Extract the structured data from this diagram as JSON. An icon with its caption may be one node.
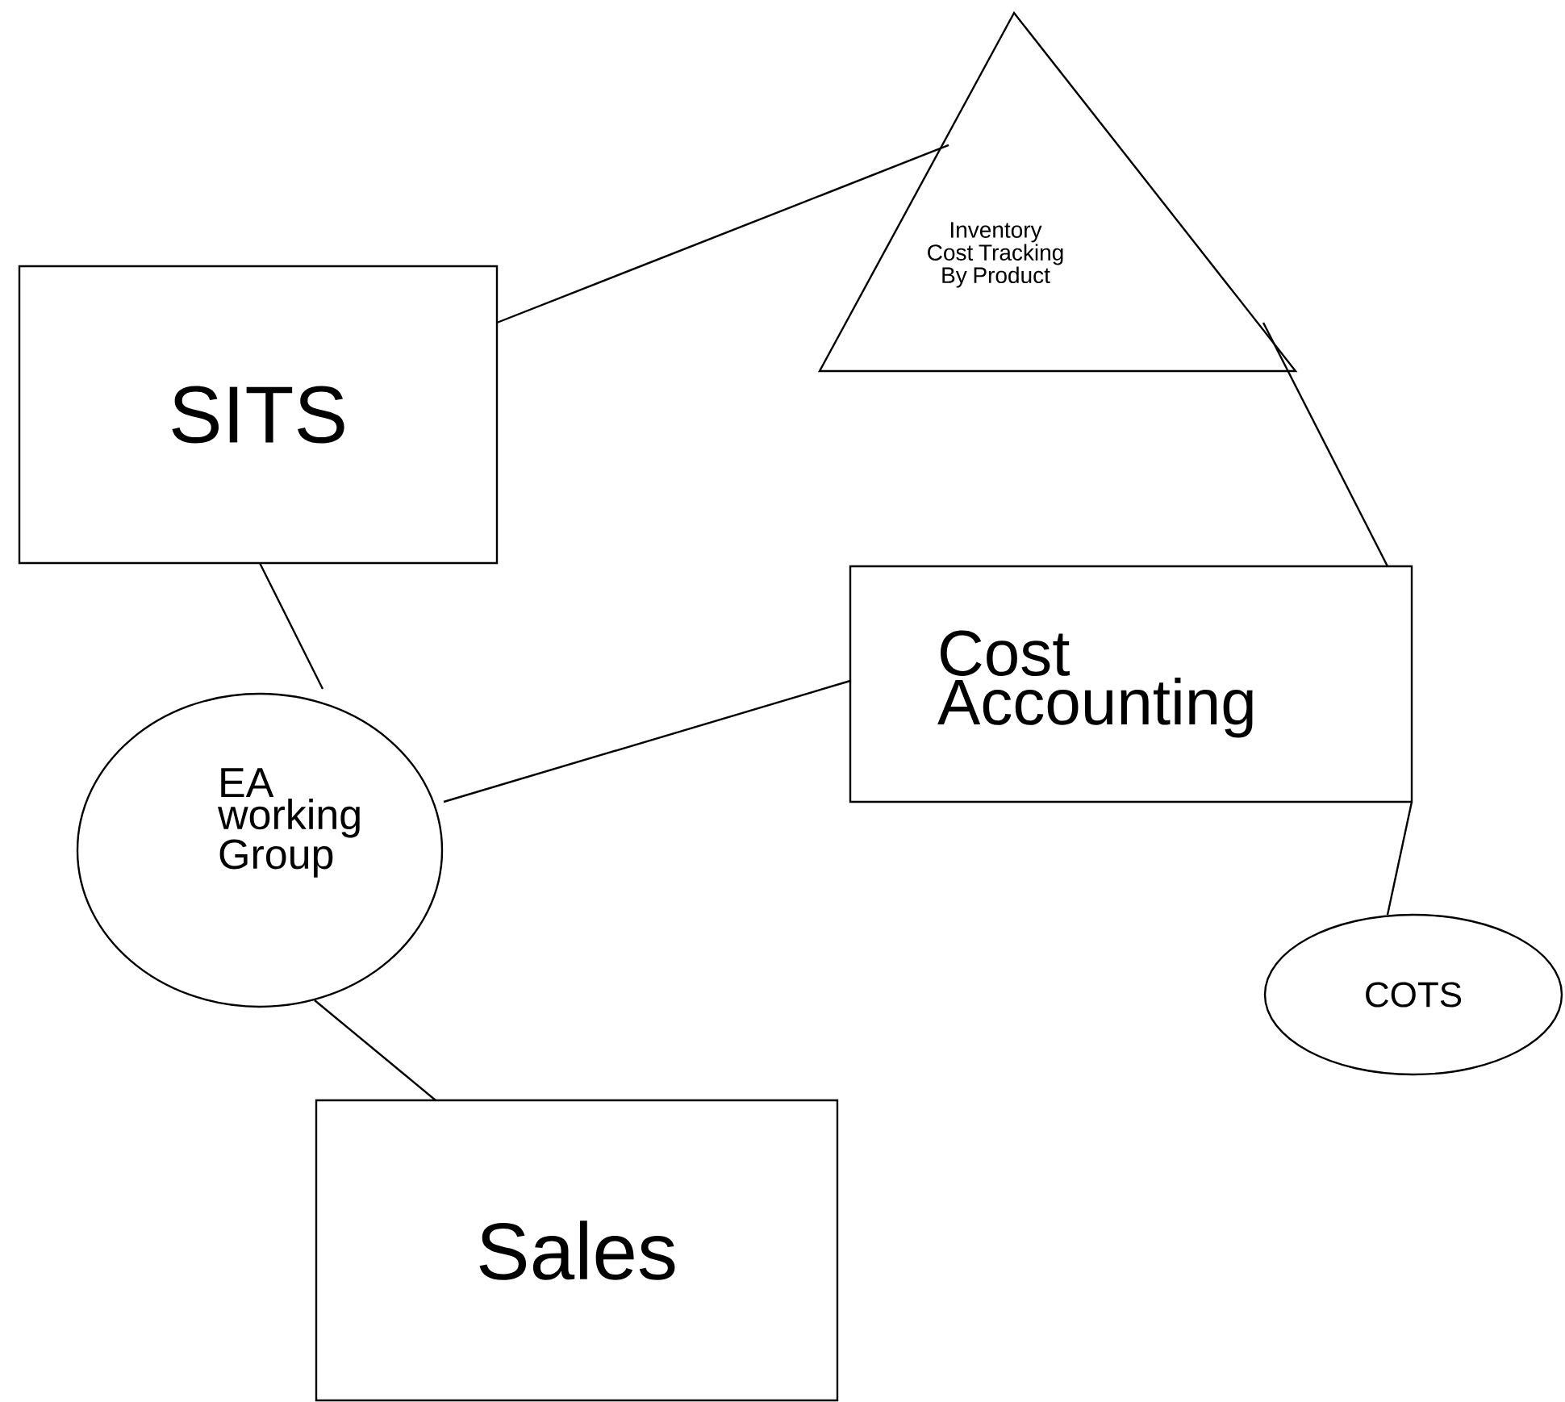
{
  "diagram": {
    "nodes": [
      {
        "text": [
          "SITS"
        ]
      },
      {
        "text": [
          "Inventory Cost Tracking By Product"
        ]
      },
      {
        "text": [
          "Cost Accounting"
        ]
      },
      {
        "text": [
          "EA working Group"
        ]
      },
      {
        "text": [
          "COTS"
        ]
      },
      {
        "text": [
          "Sales"
        ]
      }
    ],
    "edges": [
      {
        "from": 0,
        "to": 1,
        "arrow": "none"
      },
      {
        "from": 1,
        "to": 2,
        "arrow": "none"
      },
      {
        "from": 0,
        "to": 3,
        "arrow": "none"
      },
      {
        "from": 3,
        "to": 2,
        "arrow": "none"
      },
      {
        "from": 3,
        "to": 5,
        "arrow": "none"
      },
      {
        "from": 2,
        "to": 4,
        "arrow": "none"
      }
    ]
  }
}
